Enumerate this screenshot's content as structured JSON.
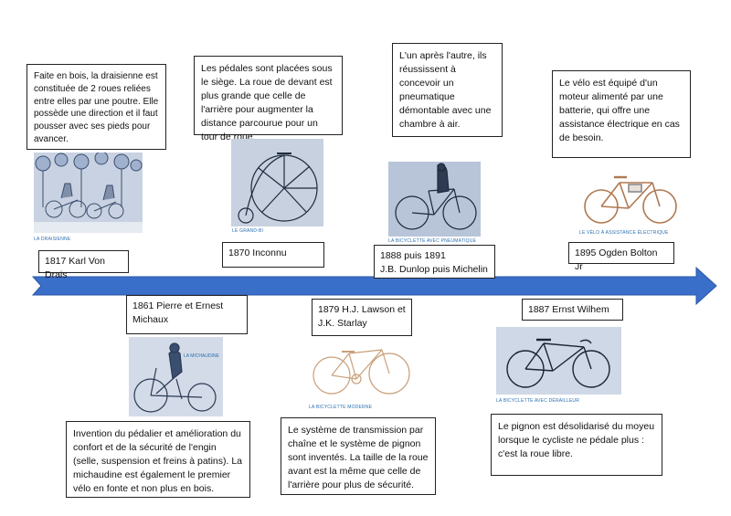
{
  "events": [
    {
      "id": "draisienne",
      "label": "1817 Karl Von Drais",
      "description": "Faite en bois, la draisienne est constituée de 2 roues reliées entre elles par une poutre. Elle possède une direction et il faut pousser avec ses pieds pour avancer.",
      "caption": "La draisienne"
    },
    {
      "id": "michaudine",
      "label": "1861 Pierre et Ernest Michaux",
      "description": "Invention du pédalier et amélioration du confort et de la sécurité de l'engin (selle, suspension et freins à patins). La michaudine est également le premier vélo en fonte et non plus en bois.",
      "caption": "La michaudine"
    },
    {
      "id": "grandbi",
      "label": "1870 Inconnu",
      "description": "Les pédales sont placées sous le siège. La roue de devant est plus grande que celle de l'arrière pour augmenter la distance parcourue pour un tour de roue.",
      "caption": "Le grand-bi"
    },
    {
      "id": "moderne",
      "label": "1879 H.J. Lawson et J.K. Starlay",
      "description": "Le système de transmission par chaîne et le système de pignon sont inventés. La taille de la roue avant est la même que celle de l'arrière pour plus de sécurité.",
      "caption": "La bicyclette moderne"
    },
    {
      "id": "derailleur",
      "label": "1887 Ernst Wilhem",
      "description": "Le pignon est désolidarisé du moyeu lorsque le cycliste ne pédale plus : c'est la roue libre.",
      "caption": "La bicyclette avec dérailleur"
    },
    {
      "id": "pneumatique",
      "label_line1": "1888 puis 1891",
      "label_line2": "J.B. Dunlop puis Michelin",
      "description": "L'un après l'autre, ils réussissent à concevoir un pneumatique démontable avec une chambre à air.",
      "caption": "La bicyclette avec pneumatique"
    },
    {
      "id": "electrique",
      "label": "1895 Ogden Bolton Jr",
      "description": "Le vélo est équipé d'un moteur alimenté par une batterie, qui offre une assistance électrique en cas de besoin.",
      "caption": "Le vélo à assistance électrique"
    }
  ],
  "colors": {
    "arrow_fill": "#3a6fc9",
    "arrow_stroke": "#2a55a8",
    "caption": "#2a6fb0",
    "border": "#222222"
  }
}
